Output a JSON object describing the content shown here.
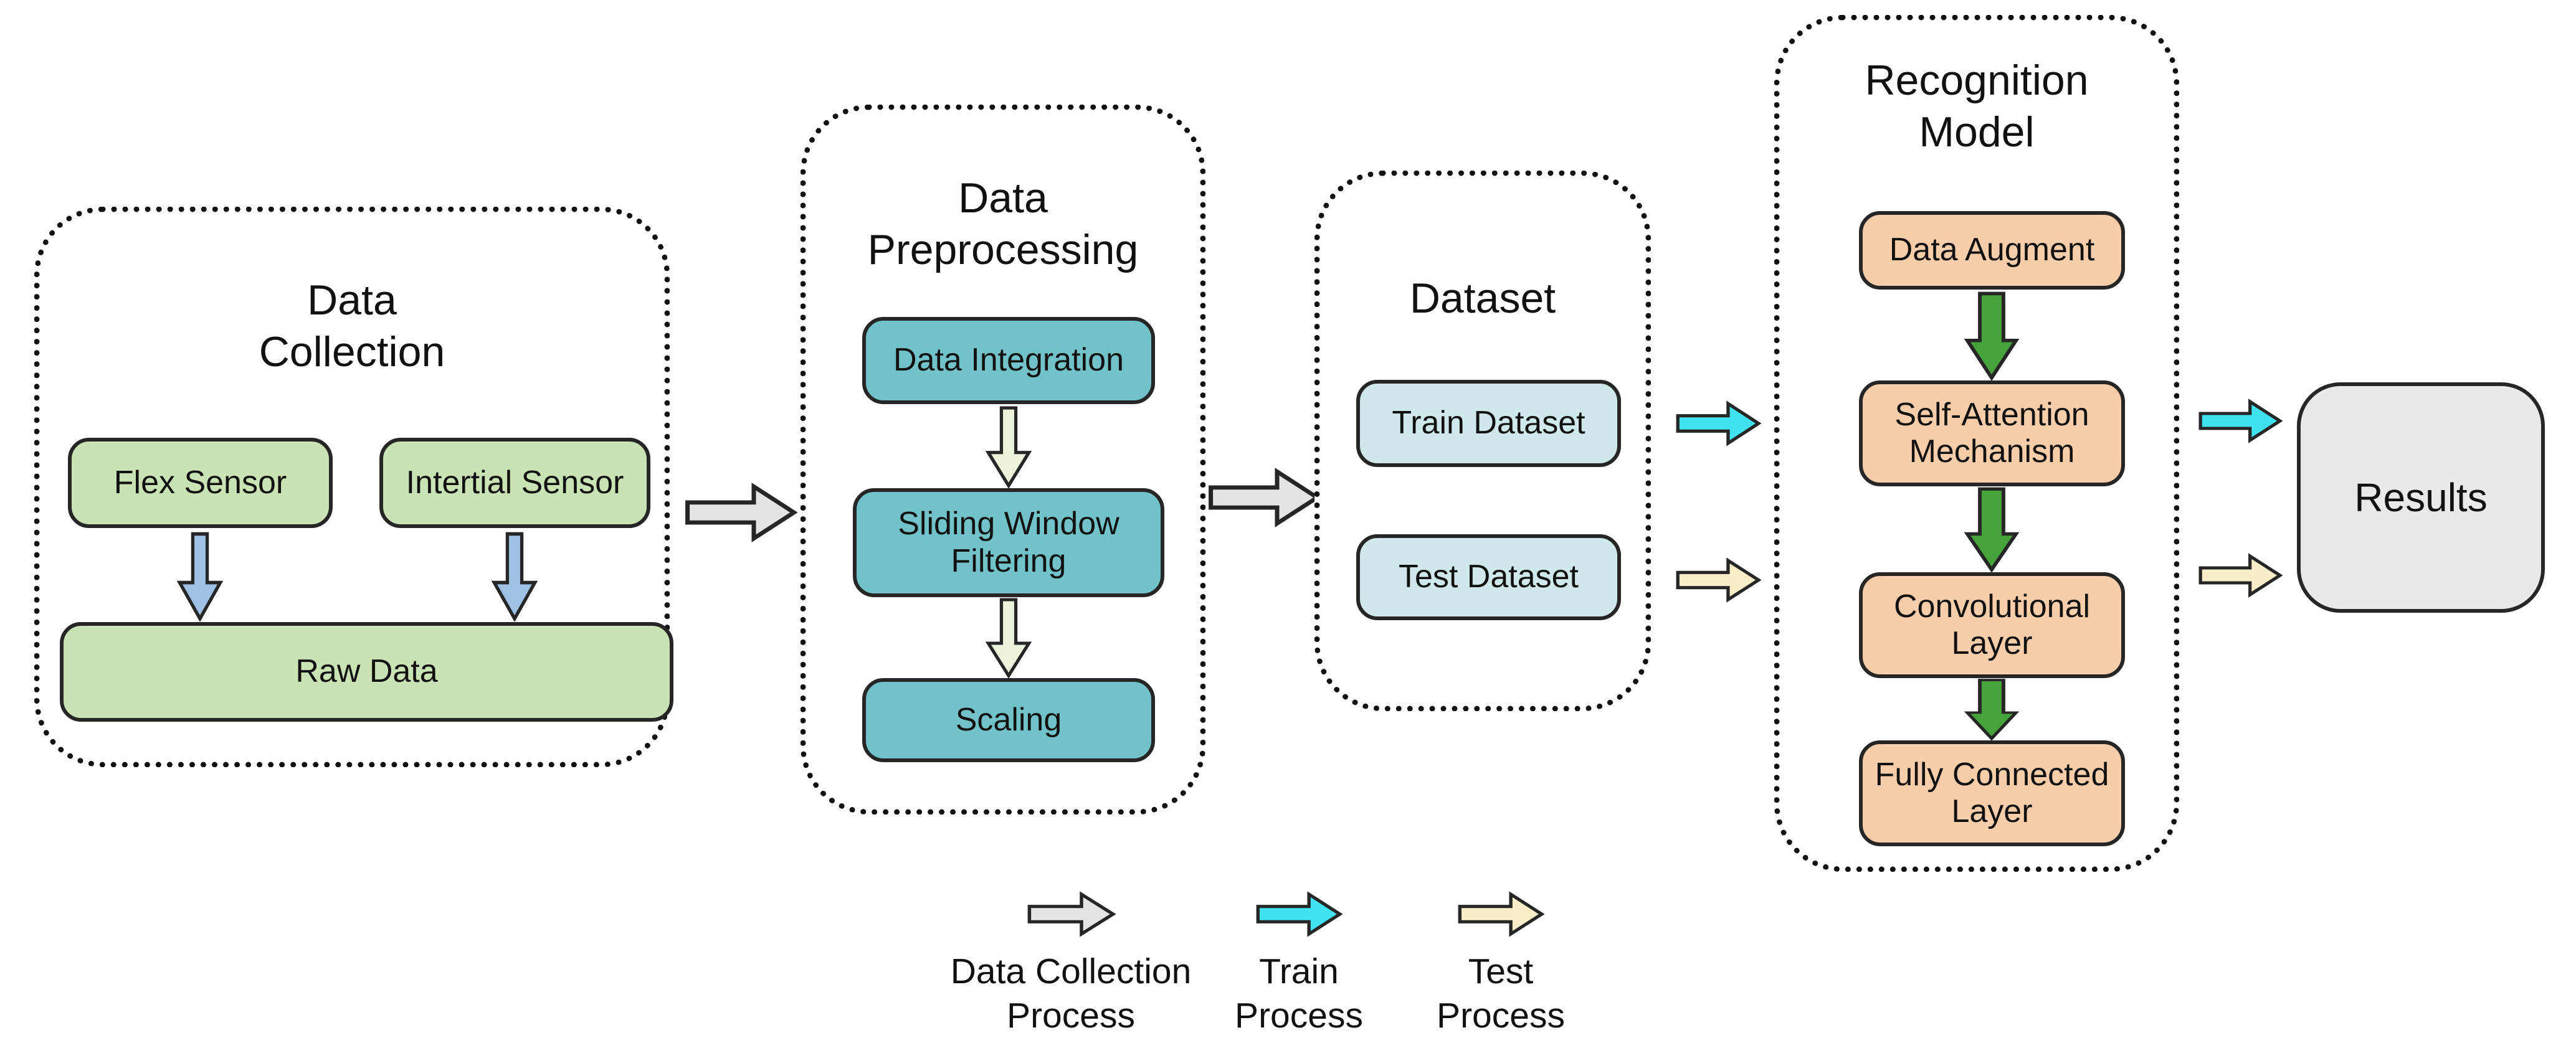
{
  "colors": {
    "text": "#111111",
    "outline": "#262626",
    "panel_border": "#111111",
    "green_box": "#c9e3b5",
    "teal_box": "#72c3c9",
    "lightcyan_box": "#cfe8ea",
    "peach_box": "#f8cda9",
    "results_box": "#e9e9e9",
    "gray_arrow": "#e4e4e4",
    "train_arrow": "#41e2ef",
    "test_arrow": "#faeec9",
    "blue_arrow": "#9fc1e6",
    "pale_green_arrow": "#ebf3da",
    "green_arrow": "#46a33c"
  },
  "panels": {
    "data_collection": {
      "title": "Data\nCollection",
      "nodes": [
        "Flex Sensor",
        "Intertial Sensor",
        "Raw Data"
      ]
    },
    "preprocessing": {
      "title": "Data\nPreprocessing",
      "nodes": [
        "Data Integration",
        "Sliding Window\nFiltering",
        "Scaling"
      ]
    },
    "dataset": {
      "title": "Dataset",
      "nodes": [
        "Train Dataset",
        "Test Dataset"
      ]
    },
    "recognition": {
      "title": "Recognition\nModel",
      "nodes": [
        "Data Augment",
        "Self-Attention\nMechanism",
        "Convolutional\nLayer",
        "Fully Connected\nLayer"
      ]
    },
    "results": {
      "label": "Results"
    }
  },
  "legend": {
    "items": [
      {
        "arrow": "gray-right-arrow",
        "label": "Data Collection\nProcess"
      },
      {
        "arrow": "cyan-right-arrow",
        "label": "Train\nProcess"
      },
      {
        "arrow": "cream-right-arrow",
        "label": "Test\nProcess"
      }
    ]
  }
}
